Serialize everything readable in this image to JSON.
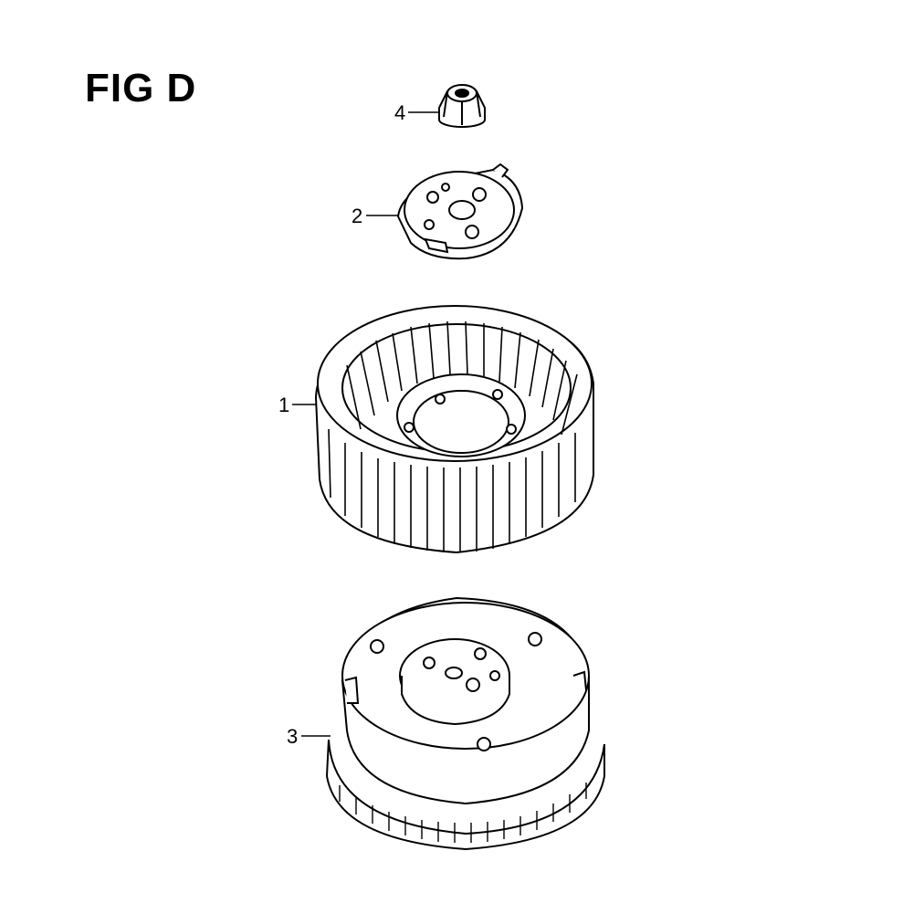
{
  "figure": {
    "title": "FIG D",
    "callouts": [
      {
        "id": "1",
        "label": "1"
      },
      {
        "id": "2",
        "label": "2"
      },
      {
        "id": "3",
        "label": "3"
      },
      {
        "id": "4",
        "label": "4"
      }
    ]
  },
  "colors": {
    "ink": "#000000",
    "paper": "#ffffff"
  }
}
